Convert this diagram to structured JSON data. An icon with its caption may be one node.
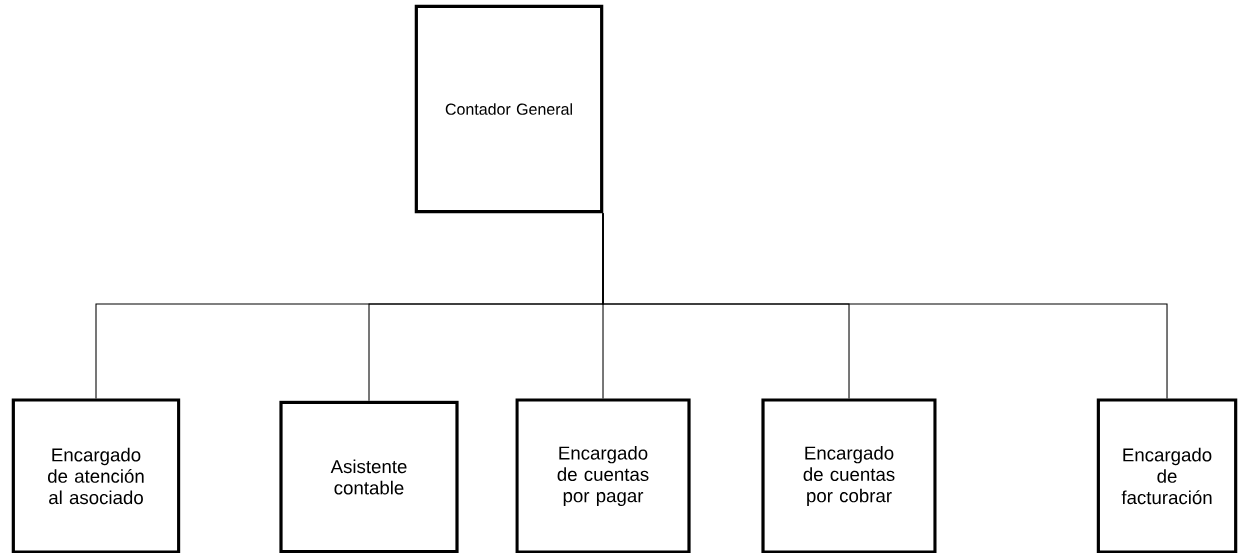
{
  "diagram": {
    "nodes": [
      {
        "text": [
          "Contador General"
        ]
      },
      {
        "text": [
          "Encargado de atención al asociado"
        ]
      },
      {
        "text": [
          "Asistente contable"
        ]
      },
      {
        "text": [
          "Encargado de cuentas por pagar"
        ]
      },
      {
        "text": [
          "Encargado de cuentas por cobrar"
        ]
      },
      {
        "text": [
          "Encargado de facturación"
        ]
      }
    ],
    "edges": [
      {
        "from": 0,
        "to": 1,
        "arrow": "none"
      },
      {
        "from": 0,
        "to": 2,
        "arrow": "none"
      },
      {
        "from": 0,
        "to": 3,
        "arrow": "none"
      },
      {
        "from": 0,
        "to": 4,
        "arrow": "none"
      },
      {
        "from": 0,
        "to": 5,
        "arrow": "none"
      }
    ]
  }
}
